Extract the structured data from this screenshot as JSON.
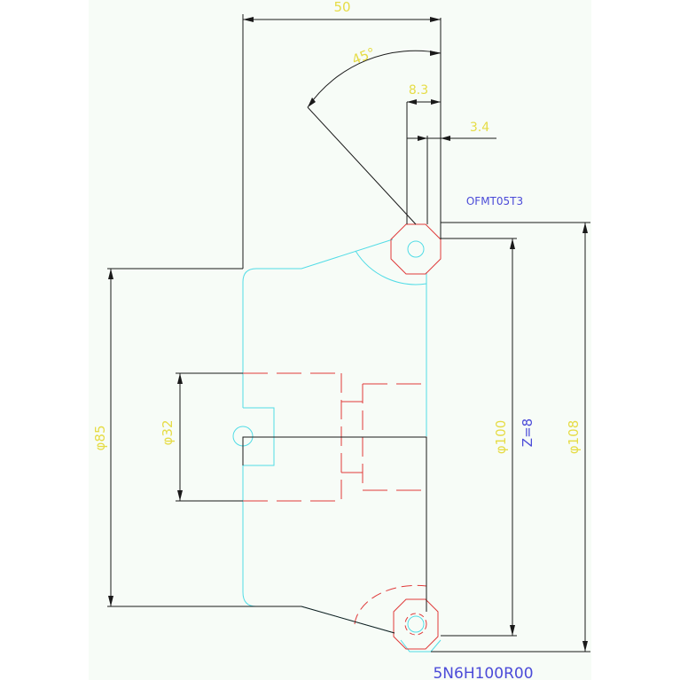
{
  "dimensions": {
    "width_50": "50",
    "angle_45": "45°",
    "offset_83": "8.3",
    "offset_34": "3.4",
    "diameter_85": "φ85",
    "diameter_32": "φ32",
    "diameter_100": "φ100",
    "diameter_108": "φ108"
  },
  "labels": {
    "tooth_count": "Z=8",
    "insert_code": "OFMT05T3",
    "part_number": "5N6H100R00"
  },
  "colors": {
    "dimension_text": "#e6dc46",
    "annotation_text": "#4b4bd8",
    "body_outline": "#52dce6",
    "insert_outline": "#e03a3a",
    "dimension_line": "#1a1a1a",
    "sheet_background": "#f7fcf7"
  }
}
